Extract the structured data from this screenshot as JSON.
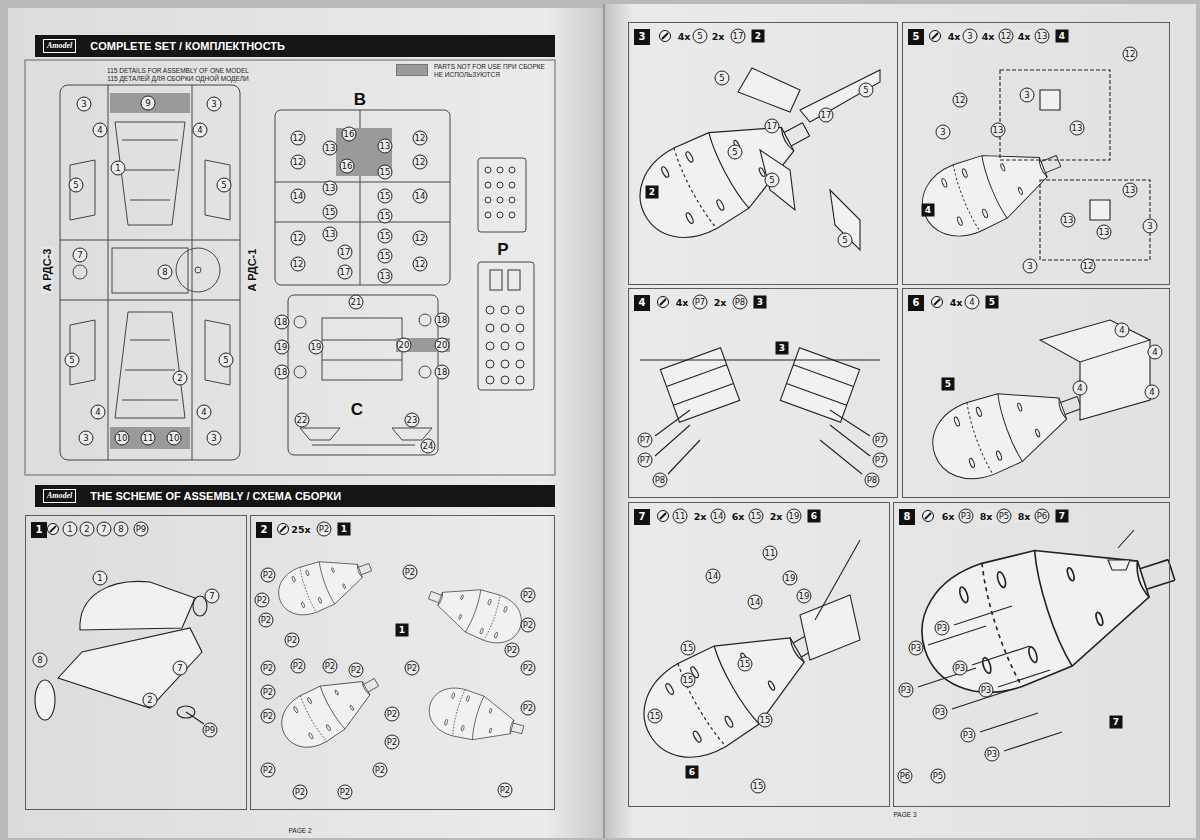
{
  "diagram": {
    "nodes": [
      {
        "text": [
          "Amodel",
          "COMPLETE SET / КОМПЛЕКТНОСТЬ"
        ]
      },
      {
        "text": [
          "Amodel",
          "THE SCHEME OF ASSEMBLY / СХЕМА СБОРКИ"
        ]
      },
      {
        "text": [
          "1"
        ]
      },
      {
        "text": [
          "2"
        ]
      },
      {
        "text": [
          "3"
        ]
      },
      {
        "text": [
          "5"
        ]
      },
      {
        "text": [
          "4"
        ]
      },
      {
        "text": [
          "6"
        ]
      },
      {
        "text": [
          "7"
        ]
      },
      {
        "text": [
          "8"
        ]
      }
    ],
    "labels": [
      "115 DETAILS FOR ASSEMBLY OF ONE MODEL",
      "115 ДЕТАЛЕЙ ДЛЯ СБОРКИ ОДНОЙ МОДЕЛИ",
      "A РДС-3",
      "A РДС-1",
      "9",
      "3",
      "3",
      "4",
      "4",
      "1",
      "5",
      "5",
      "7",
      "8",
      "5",
      "5",
      "2",
      "4",
      "4",
      "3",
      "3",
      "10",
      "11",
      "10",
      "B",
      "12",
      "13",
      "16",
      "13",
      "12",
      "12",
      "16",
      "15",
      "12",
      "14",
      "13",
      "15",
      "14",
      "15",
      "15",
      "12",
      "13",
      "15",
      "12",
      "17",
      "15",
      "12",
      "17",
      "13",
      "12",
      "C",
      "21",
      "18",
      "19",
      "19",
      "18",
      "18",
      "20",
      "20",
      "18",
      "22",
      "23",
      "24",
      "P",
      "1",
      "2",
      "7",
      "8",
      "P9",
      "1",
      "7",
      "8",
      "2",
      "7",
      "P9",
      "25x",
      "P2",
      "1",
      "P2",
      "P2",
      "P2",
      "P2",
      "P2",
      "P2",
      "P2",
      "P2",
      "P2",
      "P2",
      "P2",
      "P2",
      "P2",
      "P2",
      "P2",
      "P2",
      "P2",
      "P2",
      "P2",
      "P2",
      "P2",
      "P2",
      "P2",
      "P2",
      "1",
      "4x",
      "5",
      "2x",
      "17",
      "2",
      "5",
      "5",
      "17",
      "17",
      "5",
      "5",
      "5",
      "2",
      "4x",
      "3",
      "4x",
      "12",
      "4x",
      "13",
      "4",
      "12",
      "12",
      "3",
      "13",
      "13",
      "3",
      "13",
      "13",
      "13",
      "3",
      "12",
      "3",
      "4",
      "4x",
      "P7",
      "2x",
      "P8",
      "3",
      "3",
      "P7",
      "P7",
      "P8",
      "P7",
      "P7",
      "P8",
      "4x",
      "4",
      "5",
      "4",
      "4",
      "4",
      "4",
      "5",
      "11",
      "2x",
      "14",
      "6x",
      "15",
      "2x",
      "19",
      "6",
      "11",
      "14",
      "14",
      "19",
      "19",
      "15",
      "15",
      "15",
      "15",
      "15",
      "15",
      "6",
      "6x",
      "P3",
      "8x",
      "P5",
      "8x",
      "P6",
      "7",
      "P3",
      "P3",
      "P3",
      "P3",
      "P3",
      "P3",
      "P3",
      "P3",
      "P6",
      "P5",
      "7",
      "PAGE 2",
      "PAGE 3"
    ],
    "legend": [
      {
        "text": "PARTS NOT FOR USE ПРИ СБОРКЕ НЕ ИСПОЛЬЗУЮТСЯ",
        "color": "#9a9a9a"
      }
    ]
  }
}
